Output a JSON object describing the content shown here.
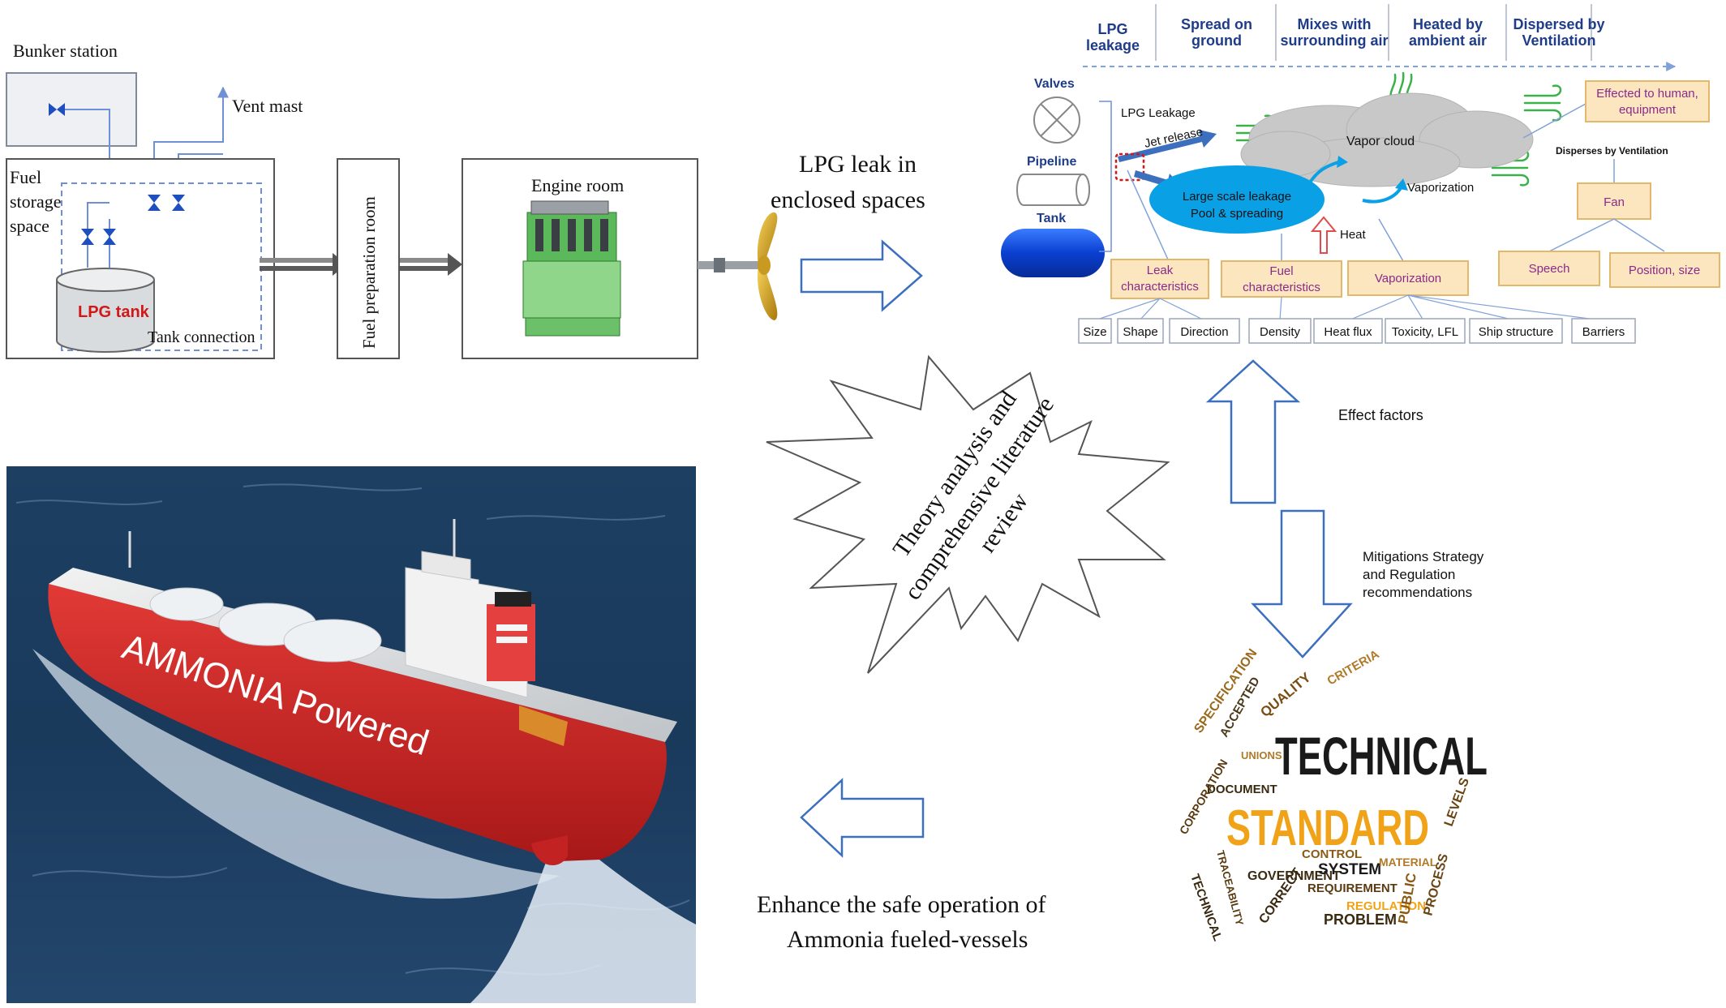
{
  "fuel_system": {
    "bunker_station": "Bunker station",
    "vent_mast": "Vent mast",
    "fuel_storage_line1": "Fuel",
    "fuel_storage_line2": "storage",
    "fuel_storage_line3": "space",
    "lpg_tank": "LPG tank",
    "tank_connection": "Tank connection",
    "fuel_preparation_room": "Fuel preparation room",
    "engine_room": "Engine room"
  },
  "center": {
    "leak_line1": "LPG leak in",
    "leak_line2": "enclosed spaces",
    "burst_line1": "Theory analysis and",
    "burst_line2": "comprehensive literature",
    "burst_line3": "review",
    "effect_factors": "Effect factors",
    "mitigation_line1": "Mitigations Strategy",
    "mitigation_line2": "and Regulation",
    "mitigation_line3": "recommendations",
    "enhance_line1": "Enhance the safe operation of",
    "enhance_line2": "Ammonia fueled-vessels"
  },
  "leak_diagram": {
    "stages": [
      {
        "line1": "LPG",
        "line2": "leakage"
      },
      {
        "line1": "Spread on",
        "line2": "ground"
      },
      {
        "line1": "Mixes with",
        "line2": "surrounding air"
      },
      {
        "line1": "Heated by",
        "line2": "ambient air"
      },
      {
        "line1": "Dispersed by",
        "line2": "Ventilation"
      }
    ],
    "valves": "Valves",
    "pipeline": "Pipeline",
    "tank": "Tank",
    "lpg_leakage": "LPG Leakage",
    "jet_release": "Jet release",
    "vapor_cloud": "Vapor cloud",
    "pool_line1": "Large scale leakage",
    "pool_line2": "Pool  & spreading",
    "vaporization_label": "Vaporization",
    "heat": "Heat",
    "effected_line1": "Effected to human,",
    "effected_line2": "equipment",
    "disperses_by_ventilation": "Disperses by Ventilation",
    "fan": "Fan",
    "speech": "Speech",
    "position_size": "Position, size",
    "leak_char_line1": "Leak",
    "leak_char_line2": "characteristics",
    "fuel_char_line1": "Fuel",
    "fuel_char_line2": "characteristics",
    "vaporization_box": "Vaporization",
    "factors": [
      "Size",
      "Shape",
      "Direction",
      "Density",
      "Heat flux",
      "Toxicity, LFL",
      "Ship structure",
      "Barriers"
    ]
  },
  "ship_photo": {
    "hull_text": "AMMONIA Powered"
  },
  "word_cloud": {
    "main1": "TECHNICAL",
    "main2": "STANDARD",
    "words": [
      "SPECIFICATION",
      "ACCEPTED",
      "DOCUMENT",
      "QUALITY",
      "GOVERNMENT",
      "CORPORATION",
      "CONTROL",
      "SYSTEM",
      "REQUIREMENT",
      "MATERIAL",
      "PROBLEM",
      "LEVELS",
      "TRACEABILITY",
      "CORRECT",
      "TECHNICAL",
      "REGULATION",
      "PROCESS",
      "PUBLIC",
      "UNIONS",
      "CRITERIA"
    ]
  },
  "colors": {
    "pipe_blue": "#6f8fd6",
    "valve_blue": "#1f4fbf",
    "stage_text": "#1f3c88",
    "tan_box": "#fbe6bf",
    "tan_border": "#e3b86a",
    "purple_text": "#8a2b8a",
    "pool_blue": "#0aa0e6",
    "hull_red": "#d42a2a",
    "arrow_blue": "#3d6fbf",
    "red_tank_text": "#d01818"
  }
}
